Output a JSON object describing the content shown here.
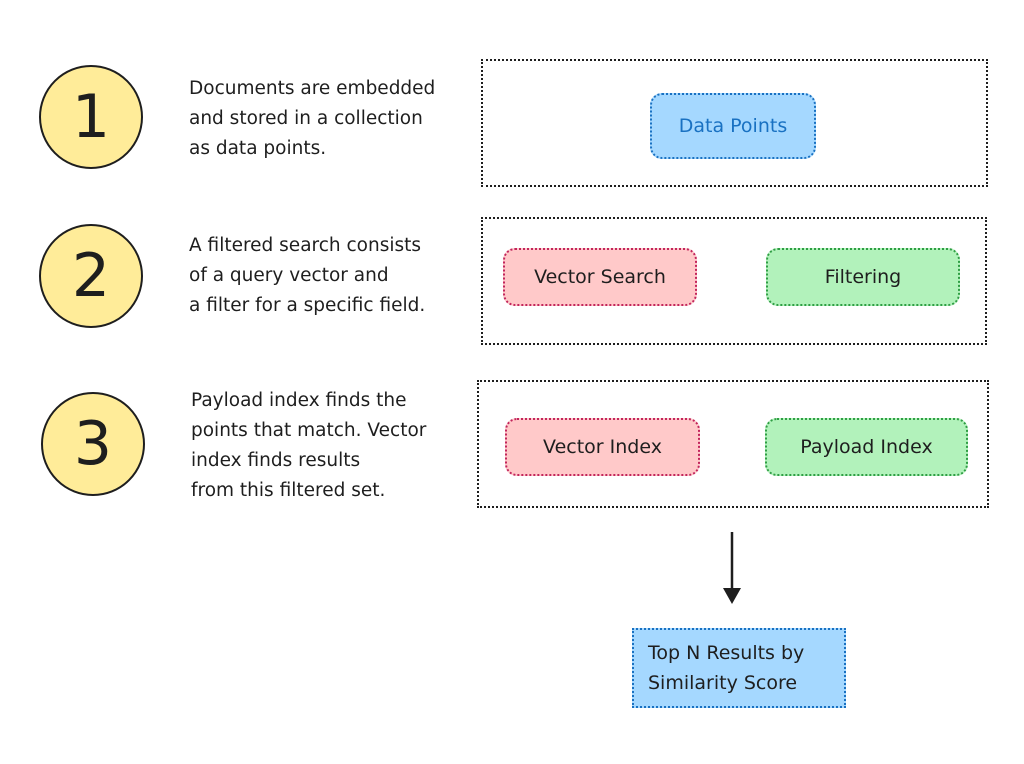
{
  "steps": [
    {
      "number": "1",
      "text": [
        "Documents are embedded",
        "and stored in a collection",
        "as data points."
      ]
    },
    {
      "number": "2",
      "text": [
        "A filtered search consists",
        "of a query vector and",
        "a filter for a specific field."
      ]
    },
    {
      "number": "3",
      "text": [
        "Payload index finds the",
        "points that match. Vector",
        "index finds results",
        "from this filtered set."
      ]
    }
  ],
  "frames": {
    "frame1": {
      "boxes": [
        "Data Points"
      ]
    },
    "frame2": {
      "boxes": [
        "Vector Search",
        "Filtering"
      ]
    },
    "frame3": {
      "boxes": [
        "Vector Index",
        "Payload Index"
      ]
    }
  },
  "result": [
    "Top N Results by",
    "Similarity Score"
  ],
  "colors": {
    "step_fill": "#ffec99",
    "blue_fill": "#a5d8ff",
    "blue_stroke": "#1971c2",
    "red_fill": "#ffc9c9",
    "red_stroke": "#c2255c",
    "green_fill": "#b2f2bb",
    "green_stroke": "#2f9e44"
  }
}
